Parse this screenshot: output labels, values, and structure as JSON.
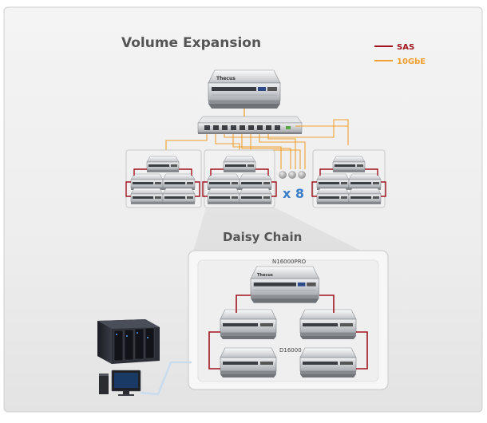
{
  "title": "Volume Expansion",
  "subtitle": "Daisy Chain",
  "legend": [
    {
      "label": "SAS",
      "color": "#a0141e"
    },
    {
      "label": "10GbE",
      "color": "#f0a030"
    }
  ],
  "multiplier": "x 8",
  "brand": "Thecus",
  "labels": {
    "head_unit": "N16000PRO",
    "expansion_unit": "D16000"
  },
  "colors": {
    "sas": "#a0141e",
    "gbe": "#f0a030",
    "title": "#555555",
    "multiplier": "#3a7fc8"
  }
}
